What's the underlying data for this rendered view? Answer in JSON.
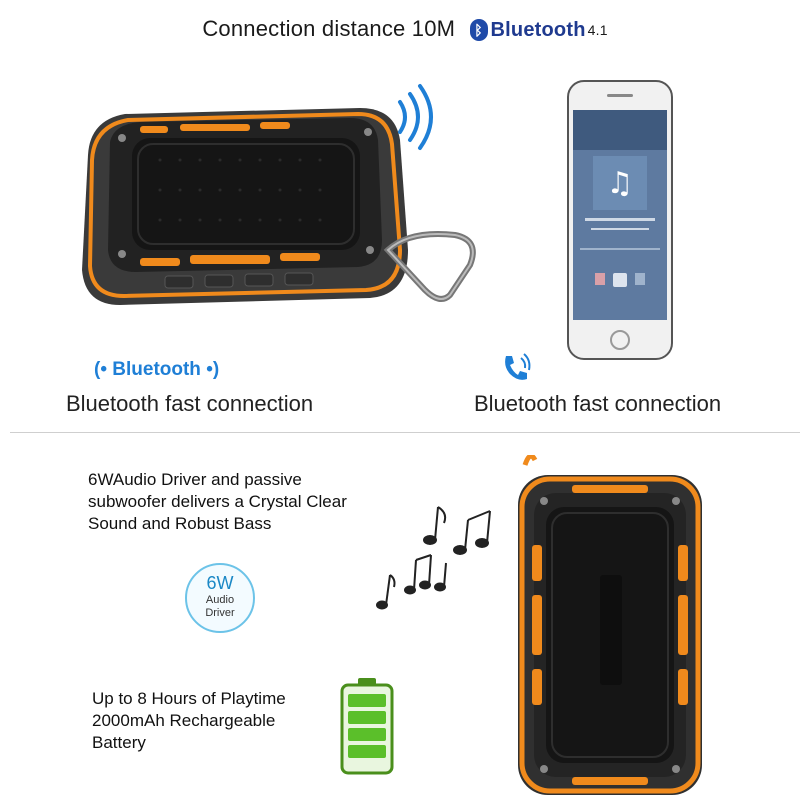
{
  "header": {
    "connection_text": "Connection distance 10M",
    "bluetooth_word": "Bluetooth",
    "bluetooth_version": "4.1"
  },
  "left_connection": {
    "badge_text": "Bluetooth",
    "label": "Bluetooth fast connection"
  },
  "right_connection": {
    "label": "Bluetooth fast connection"
  },
  "features": {
    "audio_line1": "6WAudio Driver and passive",
    "audio_line2": "subwoofer delivers a Crystal Clear",
    "audio_line3": "Sound and Robust Bass",
    "badge_watts": "6W",
    "badge_line1": "Audio",
    "badge_line2": "Driver",
    "battery_line1": "Up to 8 Hours of Playtime",
    "battery_line2": "2000mAh Rechargeable",
    "battery_line3": "Battery"
  },
  "icons": {
    "phone_music": "music-note-icon",
    "waves": "signal-waves-icon",
    "notes": "music-notes-icon",
    "battery": "battery-icon",
    "call": "phone-call-icon"
  },
  "colors": {
    "accent_orange": "#f08a1c",
    "speaker_body": "#2a2a2a",
    "bluetooth_blue": "#1f7fd6",
    "battery_green": "#5bbf2a"
  }
}
